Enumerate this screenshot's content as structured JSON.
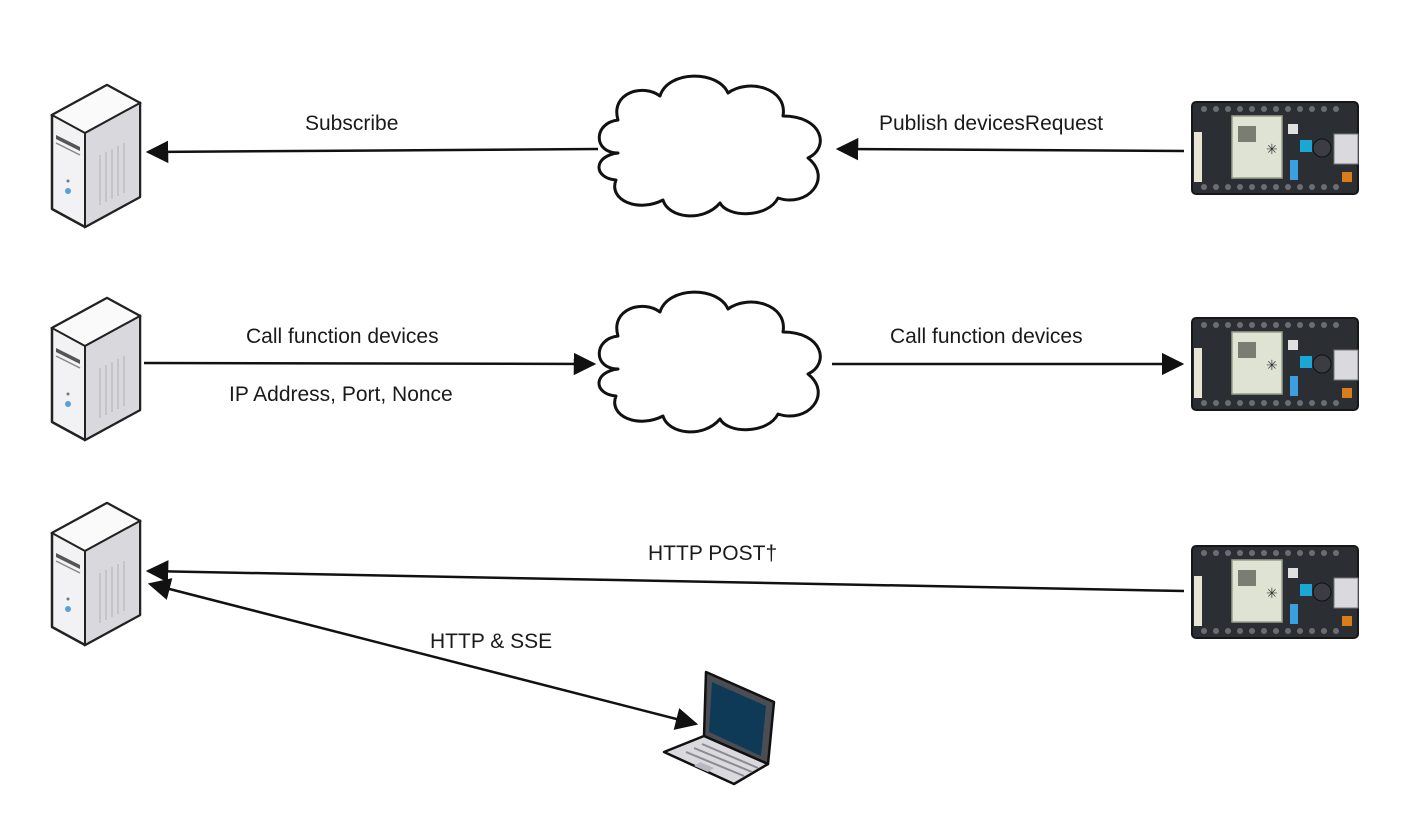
{
  "rows": [
    {
      "top_label": "Subscribe",
      "right_label": "Publish devicesRequest"
    },
    {
      "top_label": "Call function devices",
      "bottom_label": "IP Address, Port, Nonce",
      "right_label": "Call function devices"
    },
    {
      "post_label": "HTTP POST†",
      "sse_label": "HTTP & SSE"
    }
  ],
  "icons": {
    "server": "server-icon",
    "cloud": "cloud-icon",
    "device": "microcontroller-board-icon",
    "laptop": "laptop-icon"
  },
  "colors": {
    "line": "#111111",
    "server_body": "#e6e6ea",
    "board": "#2b2e33",
    "board_accent": "#1aa7d6",
    "laptop_screen": "#0f3a57"
  }
}
